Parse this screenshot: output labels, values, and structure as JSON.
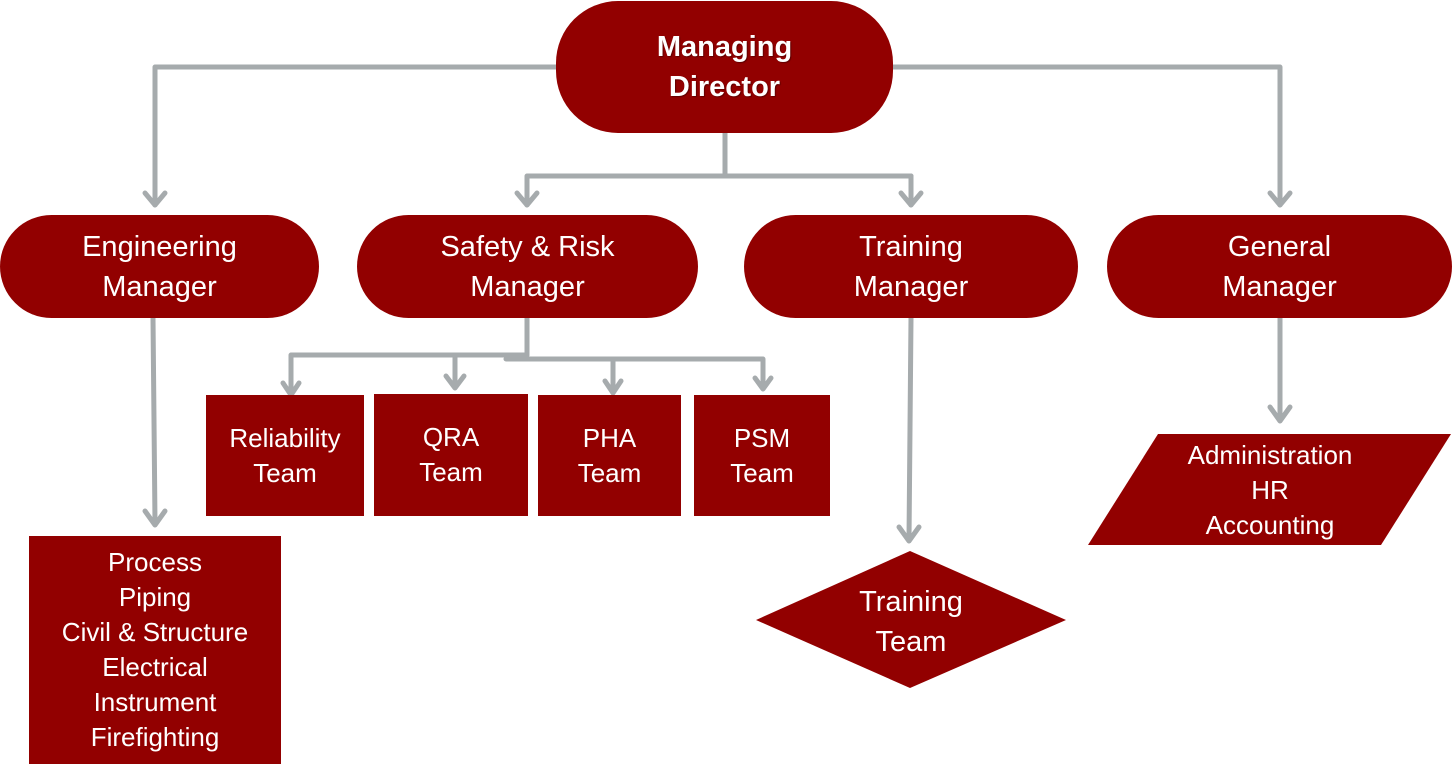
{
  "colors": {
    "node_fill": "#920000",
    "connector": "#a6abad",
    "text": "#ffffff"
  },
  "top": {
    "line1": "Managing",
    "line2": "Director"
  },
  "managers": {
    "engineering": {
      "line1": "Engineering",
      "line2": "Manager"
    },
    "safety": {
      "line1": "Safety & Risk",
      "line2": "Manager"
    },
    "training": {
      "line1": "Training",
      "line2": "Manager"
    },
    "general": {
      "line1": "General",
      "line2": "Manager"
    }
  },
  "safety_teams": {
    "reliability": {
      "line1": "Reliability",
      "line2": "Team"
    },
    "qra": {
      "line1": "QRA",
      "line2": "Team"
    },
    "pha": {
      "line1": "PHA",
      "line2": "Team"
    },
    "psm": {
      "line1": "PSM",
      "line2": "Team"
    }
  },
  "engineering_disciplines": [
    "Process",
    "Piping",
    "Civil & Structure",
    "Electrical",
    "Instrument",
    "Firefighting"
  ],
  "training_team": {
    "line1": "Training",
    "line2": "Team"
  },
  "general_functions": [
    "Administration",
    "HR",
    "Accounting"
  ]
}
